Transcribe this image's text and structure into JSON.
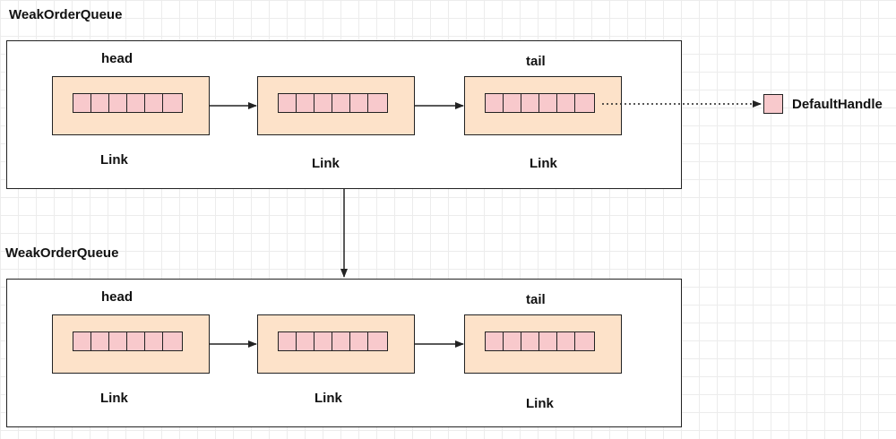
{
  "queues": [
    {
      "label": "WeakOrderQueue",
      "head_label": "head",
      "tail_label": "tail",
      "links": [
        {
          "label": "Link",
          "slots": 6
        },
        {
          "label": "Link",
          "slots": 6
        },
        {
          "label": "Link",
          "slots": 6
        }
      ]
    },
    {
      "label": "WeakOrderQueue",
      "head_label": "head",
      "tail_label": "tail",
      "links": [
        {
          "label": "Link",
          "slots": 6
        },
        {
          "label": "Link",
          "slots": 6
        },
        {
          "label": "Link",
          "slots": 6
        }
      ]
    }
  ],
  "default_handle": {
    "label": "DefaultHandle"
  },
  "colors": {
    "link_fill": "#fde2c9",
    "slot_fill": "#f8c9cc",
    "stroke": "#222222"
  }
}
